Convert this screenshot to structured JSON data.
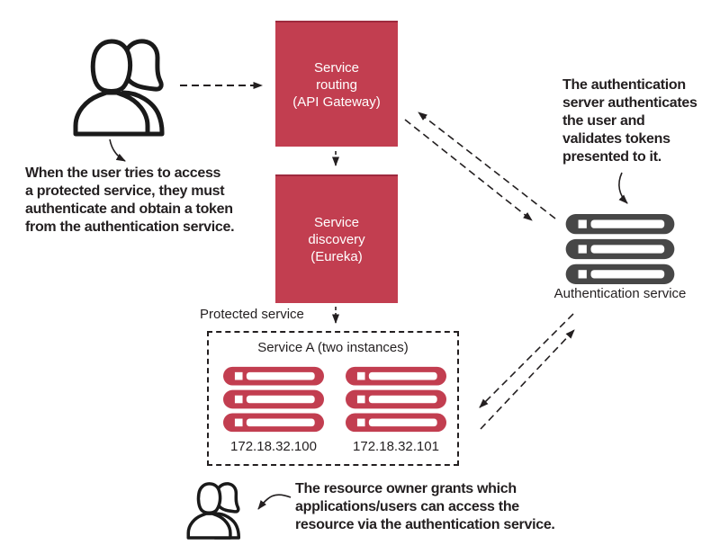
{
  "colors": {
    "accent_red": "#c23e50",
    "accent_red_dark": "#9e2a3e",
    "server_dark": "#474747",
    "ink": "#231f20",
    "background": "#ffffff"
  },
  "icons": {
    "users_icon": "two-person-outline",
    "server_stack_icon": "three-bar-server-stack",
    "arrow_icon": "dashed-arrow"
  },
  "nodes": {
    "service_routing": {
      "lines": [
        "Service",
        "routing",
        "(API Gateway)"
      ]
    },
    "service_discovery": {
      "lines": [
        "Service",
        "discovery",
        "(Eureka)"
      ]
    },
    "protected_service": {
      "label": "Protected service",
      "title": "Service A (two instances)",
      "instances": [
        {
          "ip": "172.18.32.100"
        },
        {
          "ip": "172.18.32.101"
        }
      ]
    },
    "auth_service": {
      "label": "Authentication service"
    }
  },
  "annotations": {
    "user_note": {
      "lines": [
        "When the user tries to access",
        "a protected service, they must",
        "authenticate and obtain a token",
        "from the authentication service."
      ]
    },
    "auth_note": {
      "lines": [
        "The authentication",
        "server authenticates",
        "the user and",
        "validates tokens",
        "presented to it."
      ]
    },
    "resource_note": {
      "lines": [
        "The resource owner grants which",
        "applications/users can access the",
        "resource via the authentication service."
      ]
    }
  }
}
